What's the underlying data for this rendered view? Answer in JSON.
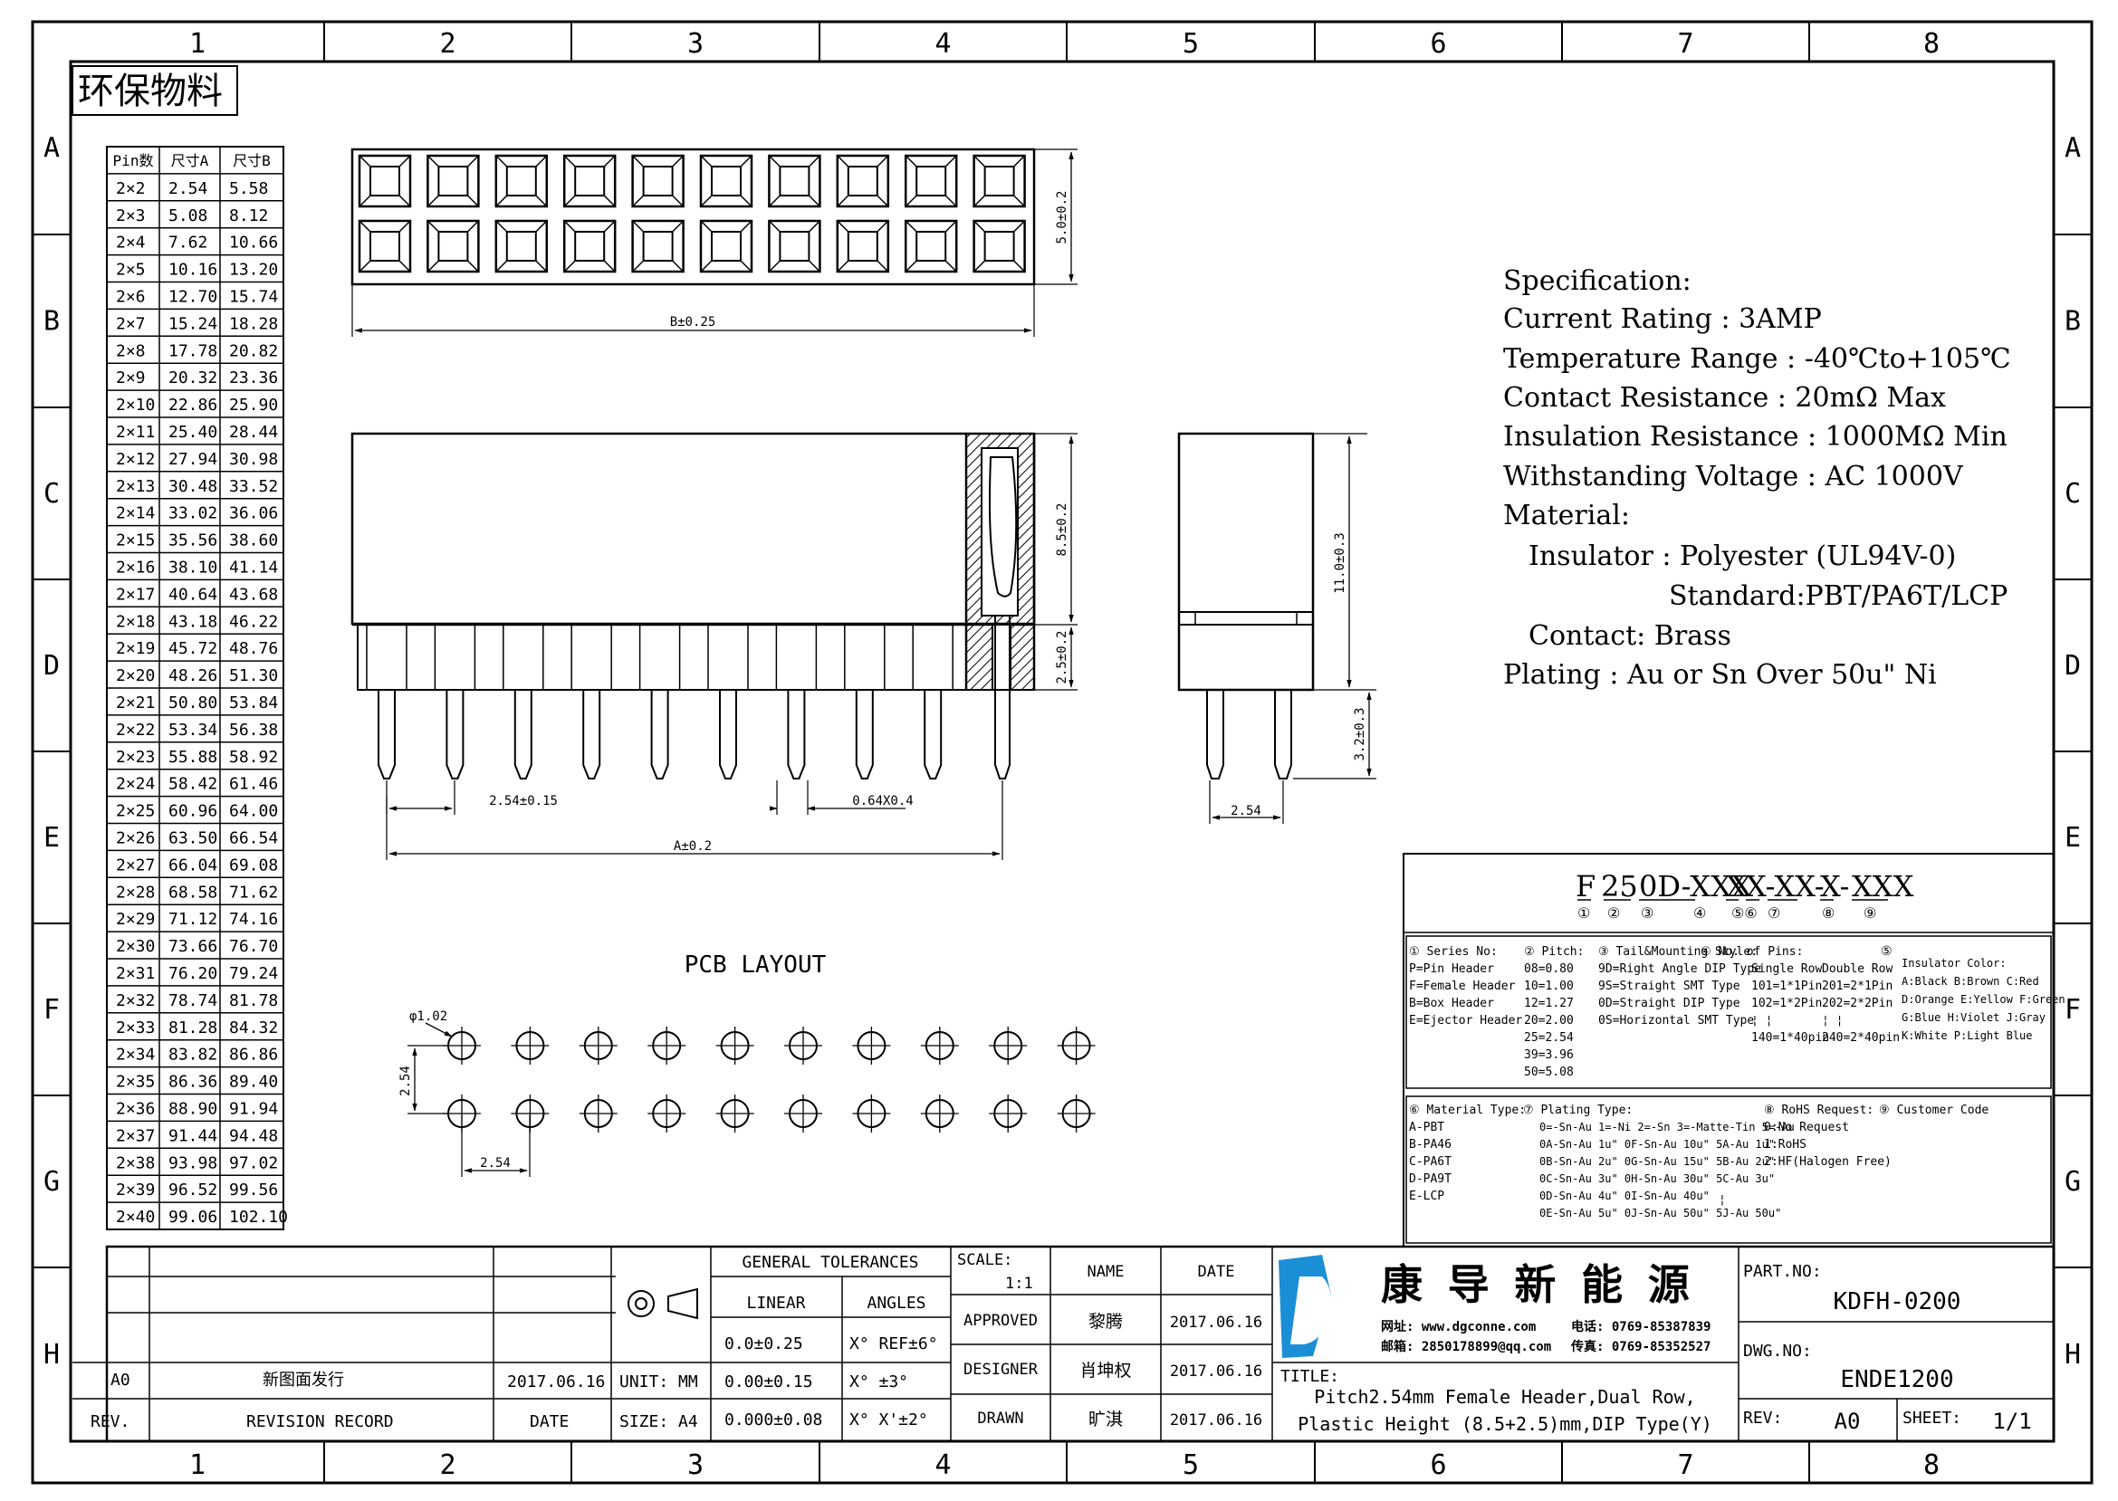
{
  "frame": {
    "columns": [
      "1",
      "2",
      "3",
      "4",
      "5",
      "6",
      "7",
      "8"
    ],
    "rows": [
      "A",
      "B",
      "C",
      "D",
      "E",
      "F",
      "G",
      "H"
    ]
  },
  "eco_label": "环保物料",
  "size_table": {
    "headers": [
      "Pin数",
      "尺寸A",
      "尺寸B"
    ],
    "rows": [
      [
        "2×2",
        "2.54",
        "5.58"
      ],
      [
        "2×3",
        "5.08",
        "8.12"
      ],
      [
        "2×4",
        "7.62",
        "10.66"
      ],
      [
        "2×5",
        "10.16",
        "13.20"
      ],
      [
        "2×6",
        "12.70",
        "15.74"
      ],
      [
        "2×7",
        "15.24",
        "18.28"
      ],
      [
        "2×8",
        "17.78",
        "20.82"
      ],
      [
        "2×9",
        "20.32",
        "23.36"
      ],
      [
        "2×10",
        "22.86",
        "25.90"
      ],
      [
        "2×11",
        "25.40",
        "28.44"
      ],
      [
        "2×12",
        "27.94",
        "30.98"
      ],
      [
        "2×13",
        "30.48",
        "33.52"
      ],
      [
        "2×14",
        "33.02",
        "36.06"
      ],
      [
        "2×15",
        "35.56",
        "38.60"
      ],
      [
        "2×16",
        "38.10",
        "41.14"
      ],
      [
        "2×17",
        "40.64",
        "43.68"
      ],
      [
        "2×18",
        "43.18",
        "46.22"
      ],
      [
        "2×19",
        "45.72",
        "48.76"
      ],
      [
        "2×20",
        "48.26",
        "51.30"
      ],
      [
        "2×21",
        "50.80",
        "53.84"
      ],
      [
        "2×22",
        "53.34",
        "56.38"
      ],
      [
        "2×23",
        "55.88",
        "58.92"
      ],
      [
        "2×24",
        "58.42",
        "61.46"
      ],
      [
        "2×25",
        "60.96",
        "64.00"
      ],
      [
        "2×26",
        "63.50",
        "66.54"
      ],
      [
        "2×27",
        "66.04",
        "69.08"
      ],
      [
        "2×28",
        "68.58",
        "71.62"
      ],
      [
        "2×29",
        "71.12",
        "74.16"
      ],
      [
        "2×30",
        "73.66",
        "76.70"
      ],
      [
        "2×31",
        "76.20",
        "79.24"
      ],
      [
        "2×32",
        "78.74",
        "81.78"
      ],
      [
        "2×33",
        "81.28",
        "84.32"
      ],
      [
        "2×34",
        "83.82",
        "86.86"
      ],
      [
        "2×35",
        "86.36",
        "89.40"
      ],
      [
        "2×36",
        "88.90",
        "91.94"
      ],
      [
        "2×37",
        "91.44",
        "94.48"
      ],
      [
        "2×38",
        "93.98",
        "97.02"
      ],
      [
        "2×39",
        "96.52",
        "99.56"
      ],
      [
        "2×40",
        "99.06",
        "102.10"
      ]
    ]
  },
  "dimensions": {
    "top_width": "B±0.25",
    "top_height": "5.0±0.2",
    "body_height": "8.5±0.2",
    "base_height": "2.5±0.2",
    "pitch": "2.54±0.15",
    "pin_size": "0.64X0.4",
    "overall": "A±0.2",
    "side_total": "11.0±0.3",
    "side_pin": "3.2±0.3",
    "side_pitch": "2.54",
    "pcb_hole": "φ1.02",
    "pcb_row_pitch": "2.54",
    "pcb_col_pitch": "2.54"
  },
  "pcb_layout_title": "PCB LAYOUT",
  "specification": [
    "Specification:",
    "Current Rating : 3AMP",
    "Temperature Range : -40℃to+105℃",
    "Contact Resistance : 20mΩ Max",
    "Insulation Resistance : 1000MΩ Min",
    "Withstanding Voltage : AC 1000V",
    "Material:",
    "Insulator : Polyester (UL94V-0)",
    "Standard:PBT/PA6T/LCP",
    "Contact: Brass",
    "Plating : Au or Sn Over 50u\" Ni"
  ],
  "part_code": {
    "segments": [
      "F",
      "25",
      "0D-XXX",
      "X",
      "X-XX-",
      "X-",
      "XXX"
    ],
    "markers": [
      "①",
      "②",
      "③",
      "④",
      "⑤⑥",
      "⑦",
      "⑧",
      "⑨"
    ],
    "series": [
      "① Series No:",
      "P=Pin Header",
      "F=Female Header",
      "B=Box Header",
      "E=Ejector Header"
    ],
    "pitch": [
      "② Pitch:",
      "08=0.80",
      "10=1.00",
      "12=1.27",
      "20=2.00",
      "25=2.54",
      "39=3.96",
      "50=5.08"
    ],
    "tail": [
      "③ Tail&Mounting Style:",
      "9D=Right Angle DIP Type",
      "9S=Straight SMT Type",
      "0D=Straight DIP Type",
      "0S=Horizontal SMT Type"
    ],
    "pins": [
      "④ No. of Pins:",
      "Single Row",
      "Double Row",
      "101=1*1Pin",
      "201=2*1Pin",
      "102=1*2Pin",
      "202=2*2Pin",
      "140=1*40pin",
      "240=2*40pin"
    ],
    "color": [
      "⑤",
      "Insulator Color:",
      "A:Black  B:Brown  C:Red",
      "D:Orange E:Yellow F:Green",
      "G:Blue   H:Violet J:Gray",
      "K:White  P:Light Blue"
    ],
    "material": [
      "⑥ Material Type:",
      "A-PBT",
      "B-PA46",
      "C-PA6T",
      "D-PA9T",
      "E-LCP"
    ],
    "plating": [
      "⑦ Plating Type:",
      "0=-Sn-Au 1=-Ni 2=-Sn 3=-Matte-Tin 5=-Au",
      "0A-Sn-Au 1u\" 0F-Sn-Au 10u\"  5A-Au 1u\"",
      "0B-Sn-Au 2u\" 0G-Sn-Au 15u\"  5B-Au 2u\"",
      "0C-Sn-Au 3u\" 0H-Sn-Au 30u\"  5C-Au 3u\"",
      "0D-Sn-Au 4u\" 0I-Sn-Au 40u\"",
      "0E-Sn-Au 5u\" 0J-Sn-Au 50u\"  5J-Au 50u\""
    ],
    "rohs": [
      "⑧ RoHS Request:",
      "0:No Request",
      "1:RoHS",
      "2:HF(Halogen Free)"
    ],
    "customer": [
      "⑨ Customer Code"
    ]
  },
  "title_block": {
    "general_tolerances": "GENERAL TOLERANCES",
    "linear": "LINEAR",
    "angles": "ANGLES",
    "tol_rows": [
      [
        "0.0±0.25",
        "X° REF±6°"
      ],
      [
        "0.00±0.15",
        "X° ±3°"
      ],
      [
        "0.000±0.08",
        "X° X'±2°"
      ]
    ],
    "unit": "UNIT: MM",
    "size": "SIZE: A4",
    "scale_label": "SCALE:",
    "scale_value": "1:1",
    "name_label": "NAME",
    "date_label": "DATE",
    "approved_label": "APPROVED",
    "approved_name": "黎腾",
    "approved_date": "2017.06.16",
    "designer_label": "DESIGNER",
    "designer_name": "肖坤权",
    "designer_date": "2017.06.16",
    "drawn_label": "DRAWN",
    "drawn_name": "旷淇",
    "drawn_date": "2017.06.16",
    "company": "康 导 新 能 源",
    "company_line1_label": "网址:",
    "company_line1_value": "www.dgconne.com",
    "company_line2_label": "电话:",
    "company_line2_value": "0769-85387839",
    "company_line3_label": "邮箱:",
    "company_line3_value": "2850178899@qq.com",
    "company_line4_label": "传真:",
    "company_line4_value": "0769-85352527",
    "title_label": "TITLE:",
    "title_line1": "Pitch2.54mm Female Header,Dual Row,",
    "title_line2": "Plastic Height (8.5+2.5)mm,DIP Type(Y)",
    "part_no_label": "PART.NO:",
    "part_no": "KDFH-0200",
    "dwg_no_label": "DWG.NO:",
    "dwg_no": "ENDE1200",
    "rev_label": "REV:",
    "rev": "A0",
    "sheet_label": "SHEET:",
    "sheet": "1/1",
    "revision_record": {
      "row": [
        "A0",
        "新图面发行",
        "2017.06.16"
      ],
      "headers": [
        "REV.",
        "REVISION RECORD",
        "DATE"
      ]
    }
  },
  "colors": {
    "line": "#000000",
    "accent_blue": "#1a8fd6",
    "hatch": "#000000"
  }
}
